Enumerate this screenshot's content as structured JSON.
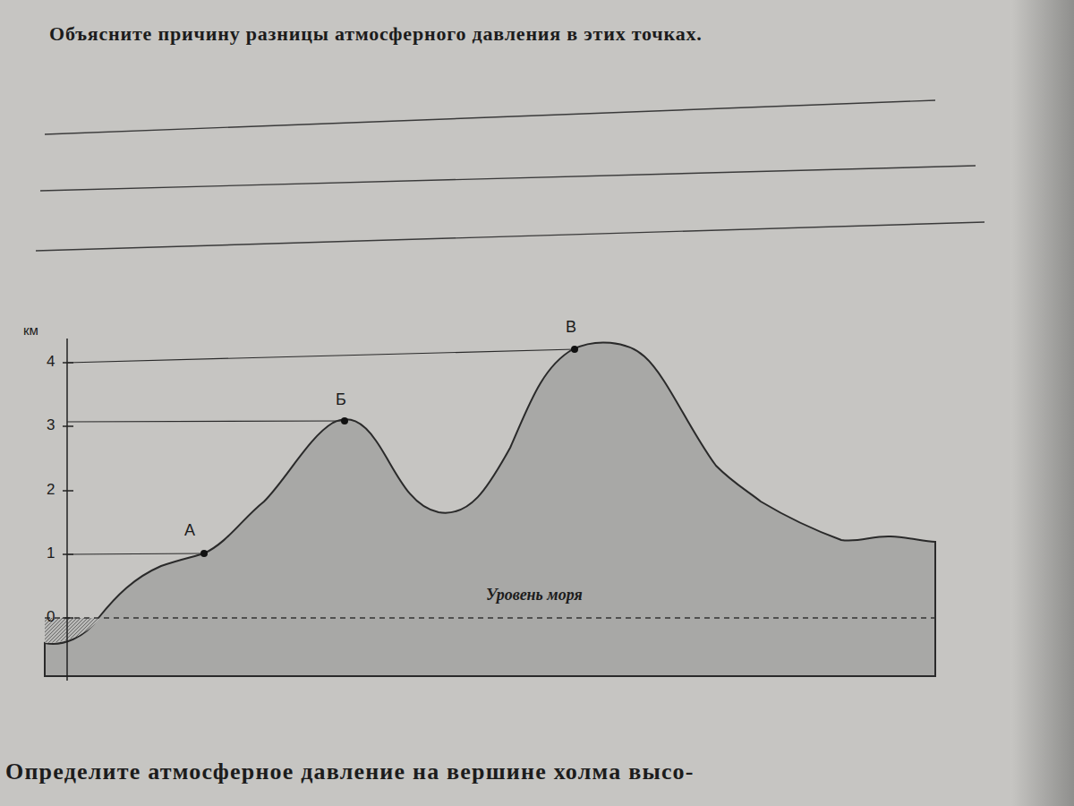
{
  "diagram": {
    "labels": [
      "Объясните причину разницы атмосферного давления в этих точках.",
      "км",
      "4",
      "3",
      "2",
      "1",
      "0",
      "А",
      "Б",
      "В",
      "Уровень моря",
      "Определите атмосферное давление на вершине холма высо-"
    ]
  }
}
